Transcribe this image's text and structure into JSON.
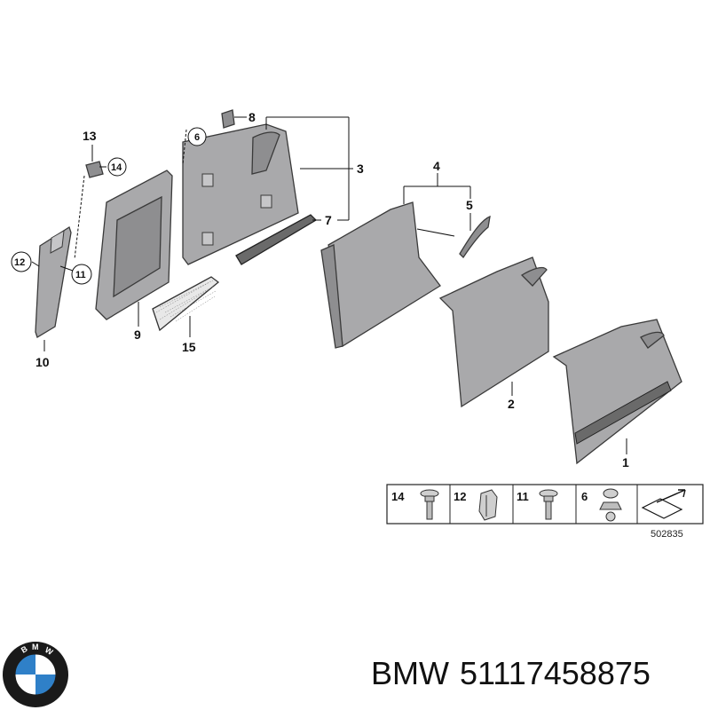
{
  "callouts": {
    "c1": "1",
    "c2": "2",
    "c3": "3",
    "c4": "4",
    "c5": "5",
    "c6": "6",
    "c7": "7",
    "c8": "8",
    "c9": "9",
    "c10": "10",
    "c11": "11",
    "c12": "12",
    "c13": "13",
    "c14": "14",
    "c15": "15"
  },
  "parts_table": {
    "cells": [
      "14",
      "12",
      "11",
      "6"
    ]
  },
  "diagram_ref": "502835",
  "brand": {
    "name": "BMW",
    "part_number": "51117458875",
    "logo_letters": "BMW",
    "logo_colors": {
      "outer": "#1a1a1a",
      "blue": "#2f80c8",
      "white": "#ffffff"
    }
  }
}
